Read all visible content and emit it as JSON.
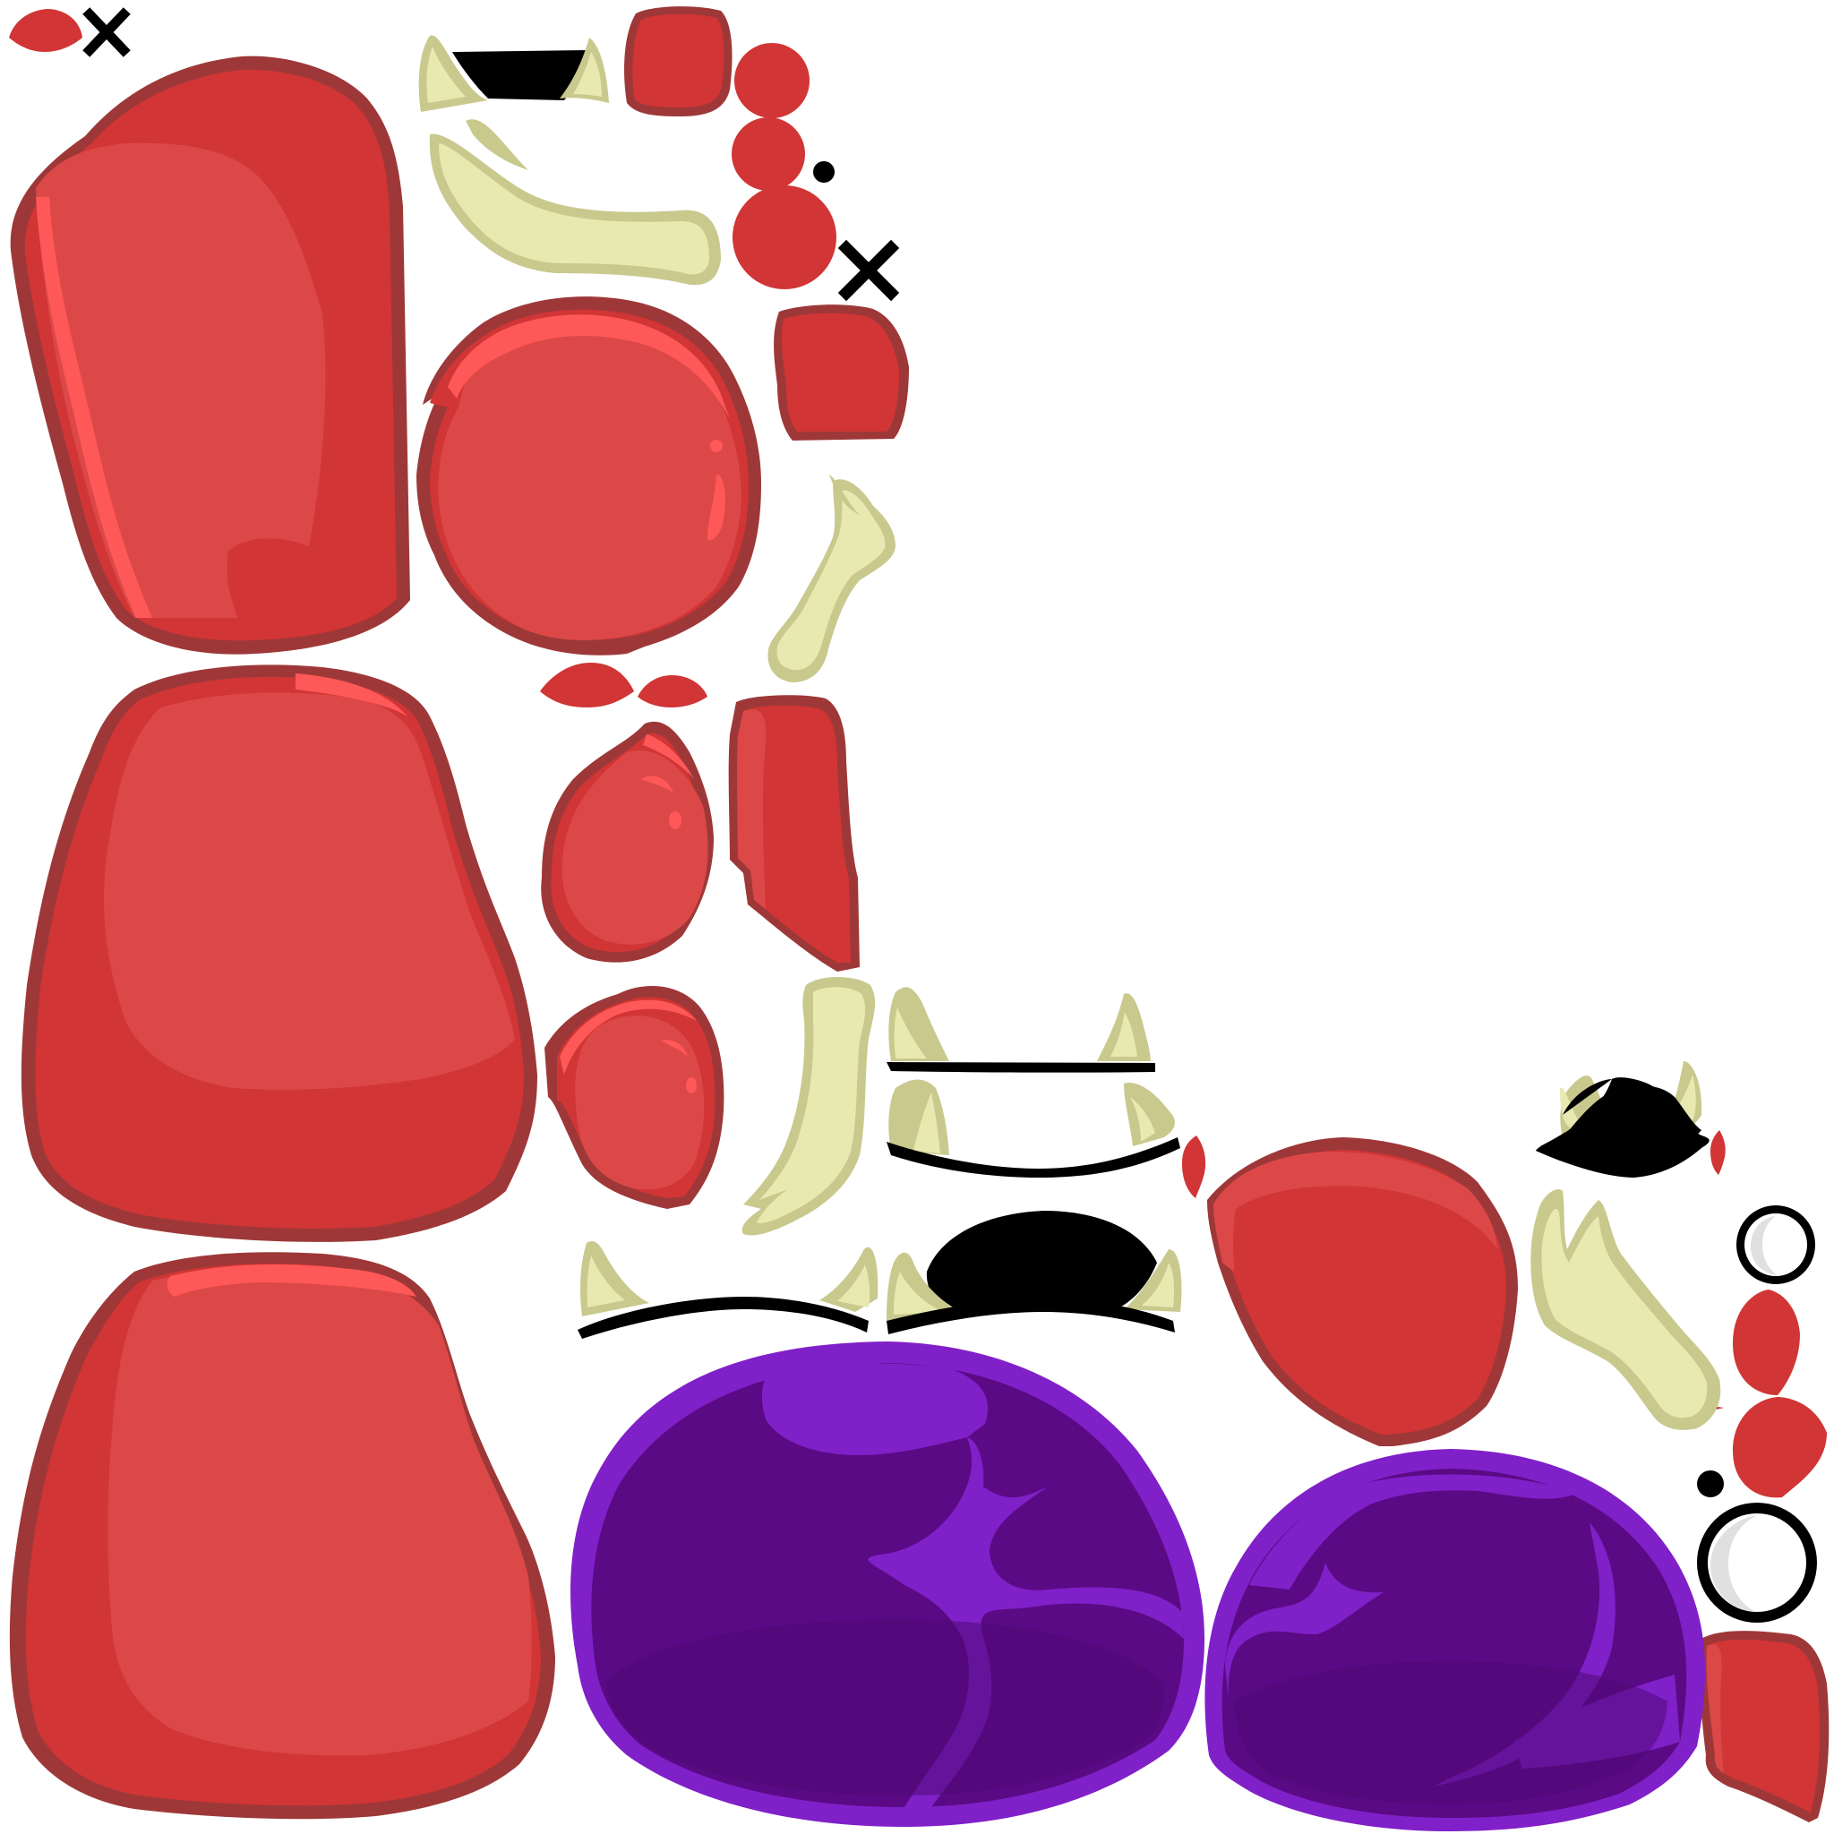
{
  "sheet": {
    "background": "#ffffff",
    "kind": "sprite-sheet"
  },
  "colors": {
    "body_red": "#d13535",
    "body_light": "#dc4848",
    "highlight": "#ff5858",
    "outline": "#9e3838",
    "fang": "#e8e9b0",
    "fang_shade": "#c9c98e",
    "shell_outer": "#8020c8",
    "shell_inner": "#5a0a84",
    "shell_dark": "#4e0976",
    "black": "#000000",
    "eye_white": "#ffffff",
    "eye_shade": "#e0e0e0"
  },
  "sprites": [
    "body-blob-top-left",
    "body-blob-middle-left",
    "body-blob-bottom-left",
    "round-head",
    "side-head-large",
    "side-head-small",
    "arm-segment-upper",
    "arm-segment-lower",
    "arm-segment-right",
    "purple-shell-left",
    "purple-shell-right",
    "eye-white-top",
    "eye-white-bottom",
    "red-ball-large",
    "red-ball-medium",
    "red-ball-small",
    "x-mark-small",
    "x-mark-large",
    "fang-horn-large",
    "fang-horn-vertical",
    "fang-horn-curled",
    "fang-horn-right",
    "mouth-open-top",
    "mouth-open-bottom",
    "mouth-closed",
    "mouth-line-wide",
    "mouth-line-narrow",
    "red-lid-pair",
    "red-drop",
    "red-tab"
  ]
}
